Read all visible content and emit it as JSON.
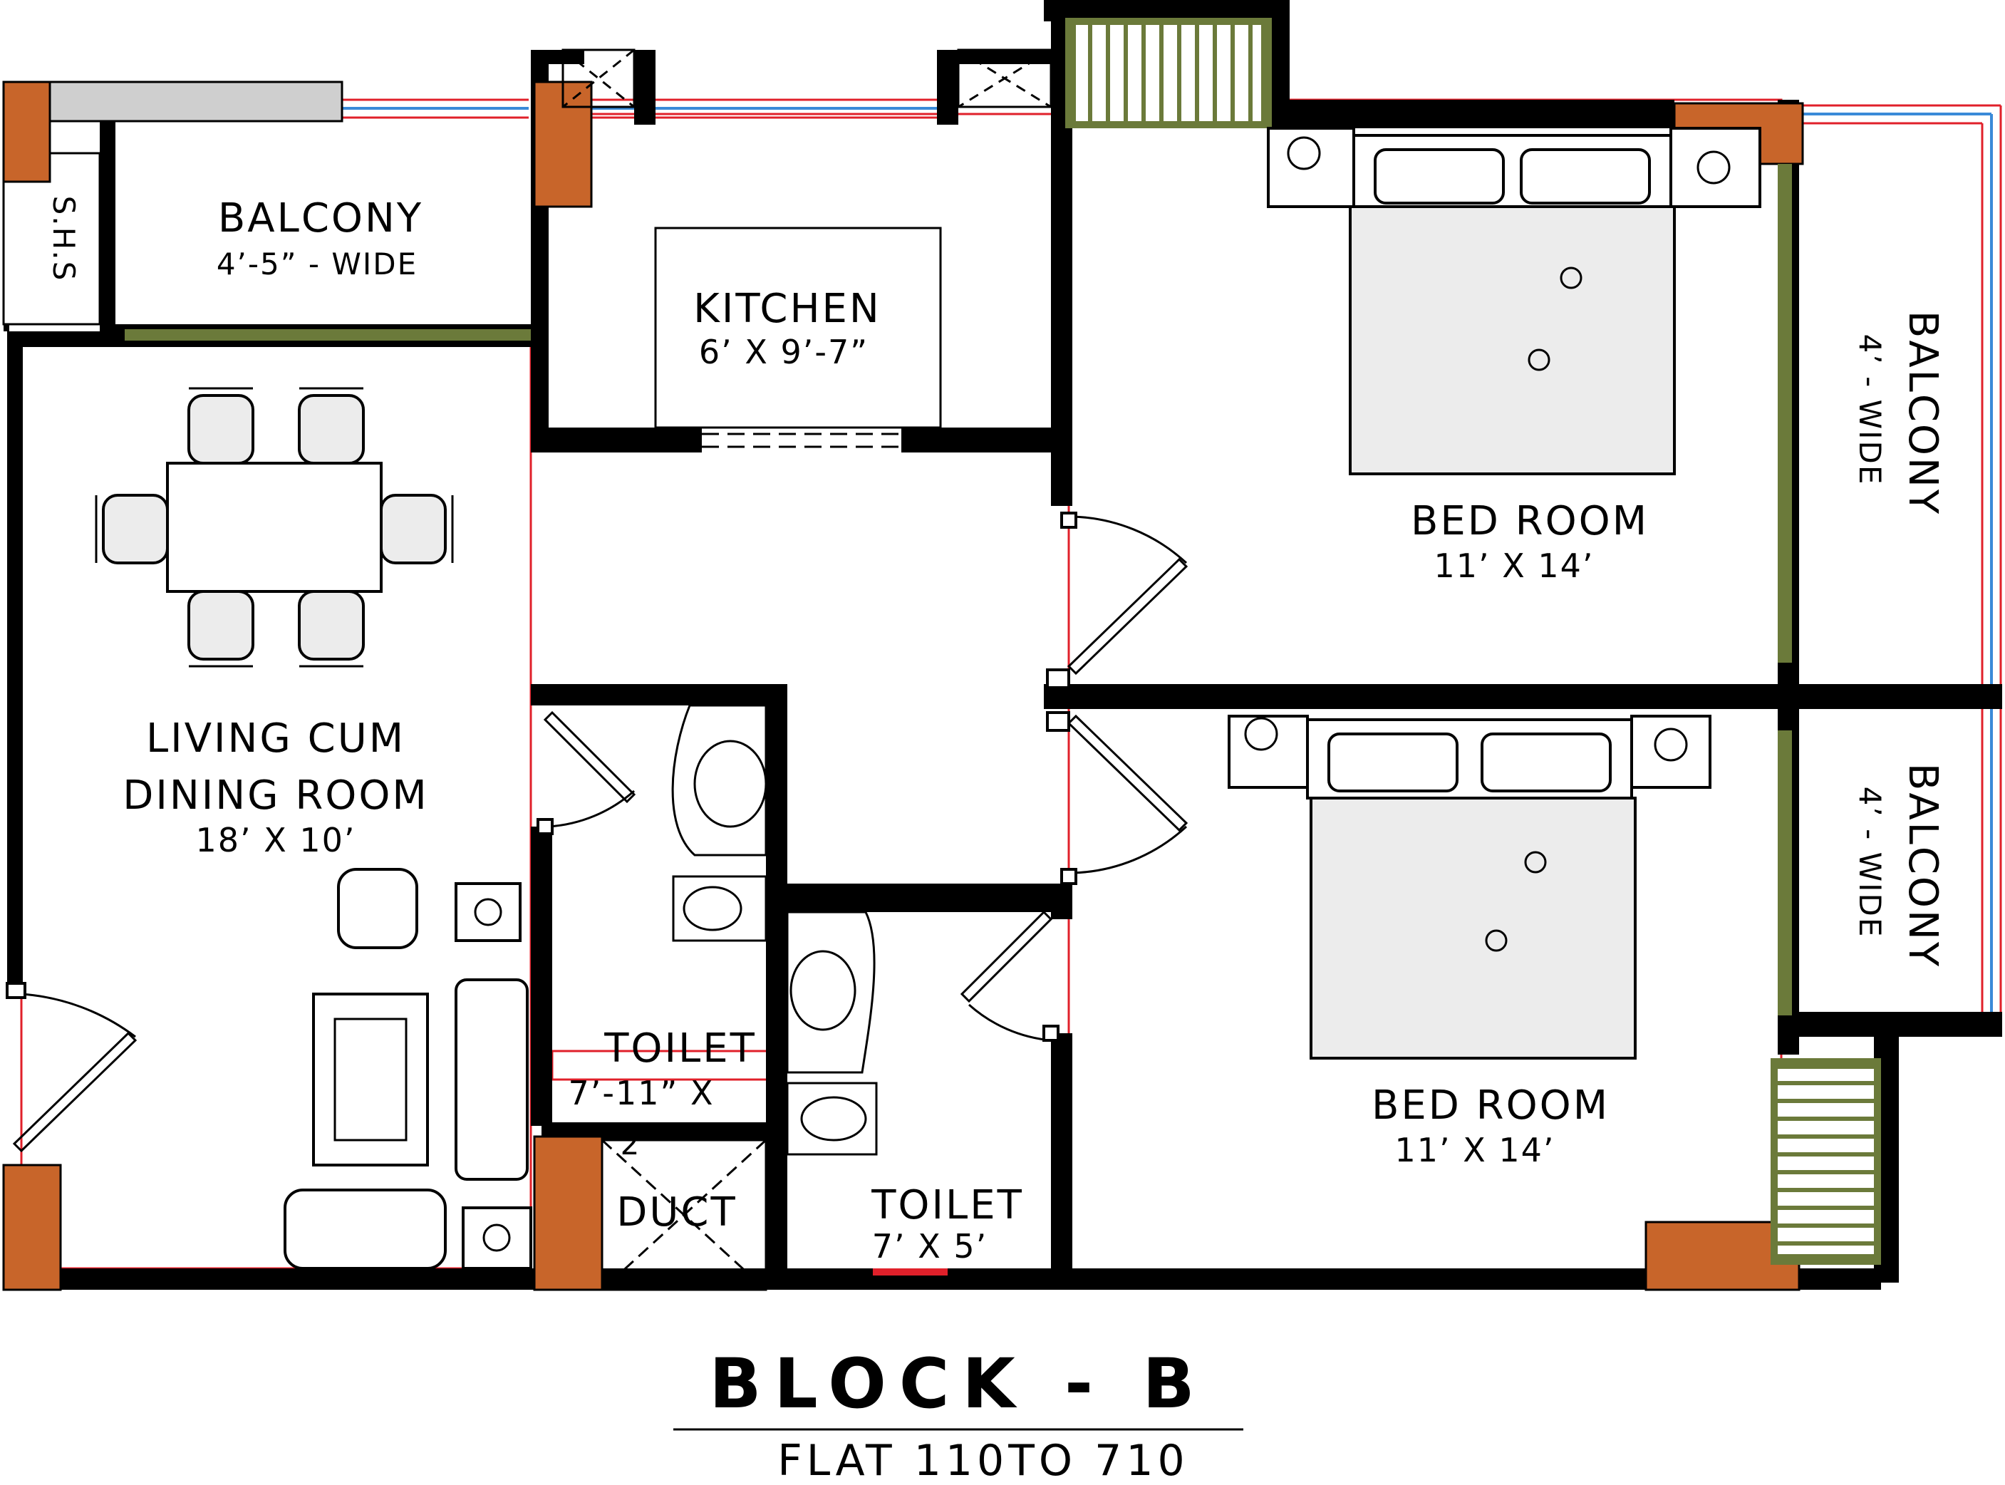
{
  "title": "BLOCK - B",
  "subtitle": "FLAT 110TO 710",
  "rooms": {
    "balcony_top": {
      "name": "BALCONY",
      "size": "4’-5” - WIDE"
    },
    "shs": {
      "name": "S.H.S"
    },
    "kitchen": {
      "name": "KITCHEN",
      "size": "6’ X 9’-7”"
    },
    "living": {
      "line1": "LIVING CUM",
      "line2": "DINING ROOM",
      "size": "18’ X 10’"
    },
    "bed1": {
      "name": "BED ROOM",
      "size": "11’ X 14’"
    },
    "bed2": {
      "name": "BED ROOM",
      "size": "11’ X 14’"
    },
    "balcony_r1": {
      "name": "BALCONY",
      "size": "4’ - WIDE"
    },
    "balcony_r2": {
      "name": "BALCONY",
      "size": "4’ - WIDE"
    },
    "toilet1": {
      "name": "TOILET",
      "size": "7’-11” X"
    },
    "toilet2": {
      "name": "TOILET",
      "size": "7’ X 5’"
    },
    "duct": {
      "name": "DUCT"
    },
    "duct_note": "2"
  },
  "colors": {
    "wall": "#000000",
    "column": "#c8652a",
    "window_line_red": "#e0202a",
    "window_line_blue": "#3a8ad8",
    "window_frame": "#6b7a3a"
  }
}
